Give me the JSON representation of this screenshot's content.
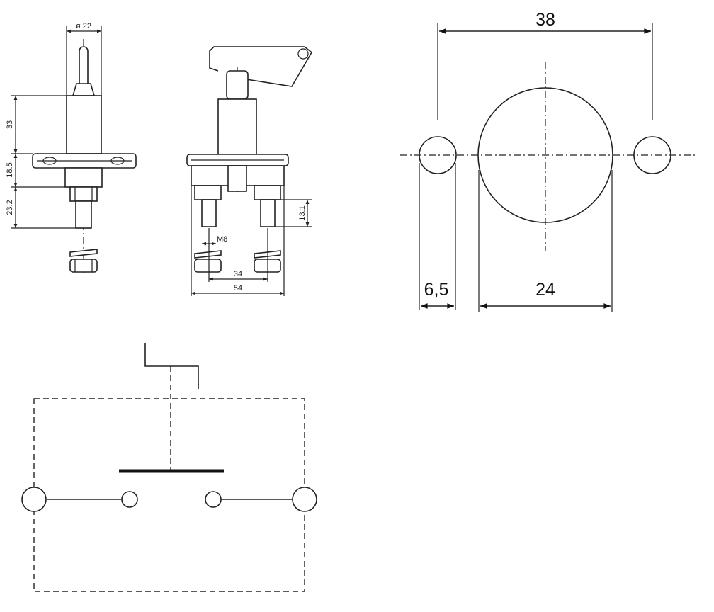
{
  "side_view": {
    "diameter": "ø 22",
    "dim_top": "33",
    "dim_mid": "18.5",
    "dim_bot": "23.2"
  },
  "front_view": {
    "thread": "M8",
    "stud_length": "13.1",
    "center_spacing": "34",
    "overall_width": "54"
  },
  "hole_pattern": {
    "overall": "38",
    "small_hole": "6,5",
    "large_hole": "24"
  }
}
